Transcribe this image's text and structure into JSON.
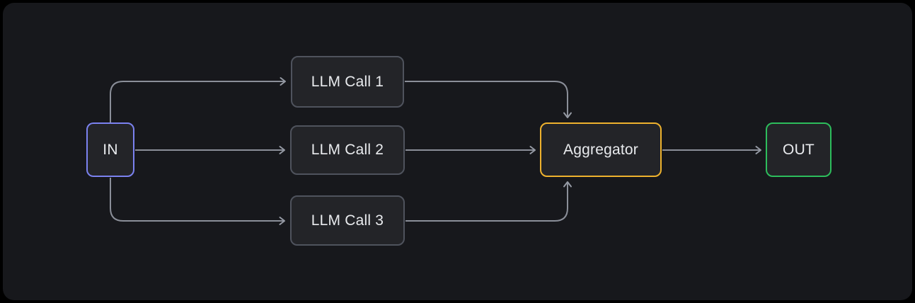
{
  "diagram": {
    "title": "parallelization-workflow",
    "nodes": {
      "in": {
        "label": "IN",
        "accent_color": "#7b82f0"
      },
      "llm1": {
        "label": "LLM Call 1",
        "accent_color": "#4f535d"
      },
      "llm2": {
        "label": "LLM Call 2",
        "accent_color": "#4f535d"
      },
      "llm3": {
        "label": "LLM Call 3",
        "accent_color": "#4f535d"
      },
      "aggregator": {
        "label": "Aggregator",
        "accent_color": "#eeb22e"
      },
      "out": {
        "label": "OUT",
        "accent_color": "#2dbd5c"
      }
    },
    "edges": [
      {
        "from": "in",
        "to": "llm1"
      },
      {
        "from": "in",
        "to": "llm2"
      },
      {
        "from": "in",
        "to": "llm3"
      },
      {
        "from": "llm1",
        "to": "aggregator"
      },
      {
        "from": "llm2",
        "to": "aggregator"
      },
      {
        "from": "llm3",
        "to": "aggregator"
      },
      {
        "from": "aggregator",
        "to": "out"
      }
    ],
    "colors": {
      "outer_background": "#000000",
      "panel_background": "#17181c",
      "node_fill": "#232428",
      "node_border_default": "#4f535d",
      "edge_stroke": "#8b8f99",
      "text": "#e9ebee"
    }
  }
}
